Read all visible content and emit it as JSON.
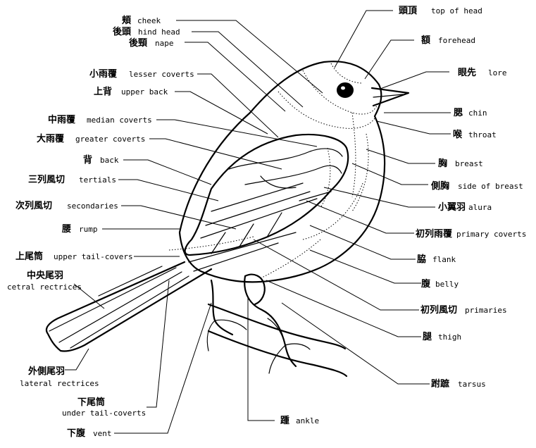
{
  "labels": [
    {
      "id": "cheek",
      "jp": "頬",
      "en": "cheek"
    },
    {
      "id": "hind-head",
      "jp": "後頭",
      "en": "hind head"
    },
    {
      "id": "nape",
      "jp": "後頸",
      "en": "nape"
    },
    {
      "id": "lesser-coverts",
      "jp": "小雨覆",
      "en": "lesser coverts"
    },
    {
      "id": "upper-back",
      "jp": "上背",
      "en": "upper back"
    },
    {
      "id": "median-coverts",
      "jp": "中雨覆",
      "en": "median coverts"
    },
    {
      "id": "greater-coverts",
      "jp": "大雨覆",
      "en": "greater coverts"
    },
    {
      "id": "back",
      "jp": "背",
      "en": "back"
    },
    {
      "id": "tertials",
      "jp": "三列風切",
      "en": "tertials"
    },
    {
      "id": "secondaries",
      "jp": "次列風切",
      "en": "secondaries"
    },
    {
      "id": "rump",
      "jp": "腰",
      "en": "rump"
    },
    {
      "id": "upper-tail-covers",
      "jp": "上尾筒",
      "en": "upper tail-covers"
    },
    {
      "id": "central-rectrices",
      "jp": "中央尾羽",
      "en": "cetral rectrices"
    },
    {
      "id": "lateral-rectrices",
      "jp": "外側尾羽",
      "en": "lateral rectrices"
    },
    {
      "id": "under-tail-coverts",
      "jp": "下尾筒",
      "en": "under tail-coverts"
    },
    {
      "id": "vent",
      "jp": "下腹",
      "en": "vent"
    },
    {
      "id": "ankle",
      "jp": "踵",
      "en": "ankle"
    },
    {
      "id": "top-of-head",
      "jp": "頭頂",
      "en": "top of head"
    },
    {
      "id": "forehead",
      "jp": "額",
      "en": "forehead"
    },
    {
      "id": "lore",
      "jp": "眼先",
      "en": "lore"
    },
    {
      "id": "chin",
      "jp": "腮",
      "en": "chin"
    },
    {
      "id": "throat",
      "jp": "喉",
      "en": "throat"
    },
    {
      "id": "breast",
      "jp": "胸",
      "en": "breast"
    },
    {
      "id": "side-of-breast",
      "jp": "側胸",
      "en": "side of breast"
    },
    {
      "id": "alula",
      "jp": "小翼羽",
      "en": "alura"
    },
    {
      "id": "primary-coverts",
      "jp": "初列雨覆",
      "en": "primary coverts"
    },
    {
      "id": "flank",
      "jp": "脇",
      "en": "flank"
    },
    {
      "id": "belly",
      "jp": "腹",
      "en": "belly"
    },
    {
      "id": "primaries",
      "jp": "初列風切",
      "en": "primaries"
    },
    {
      "id": "thigh",
      "jp": "腿",
      "en": "thigh"
    },
    {
      "id": "tarsus",
      "jp": "跗蹠",
      "en": "tarsus"
    }
  ]
}
